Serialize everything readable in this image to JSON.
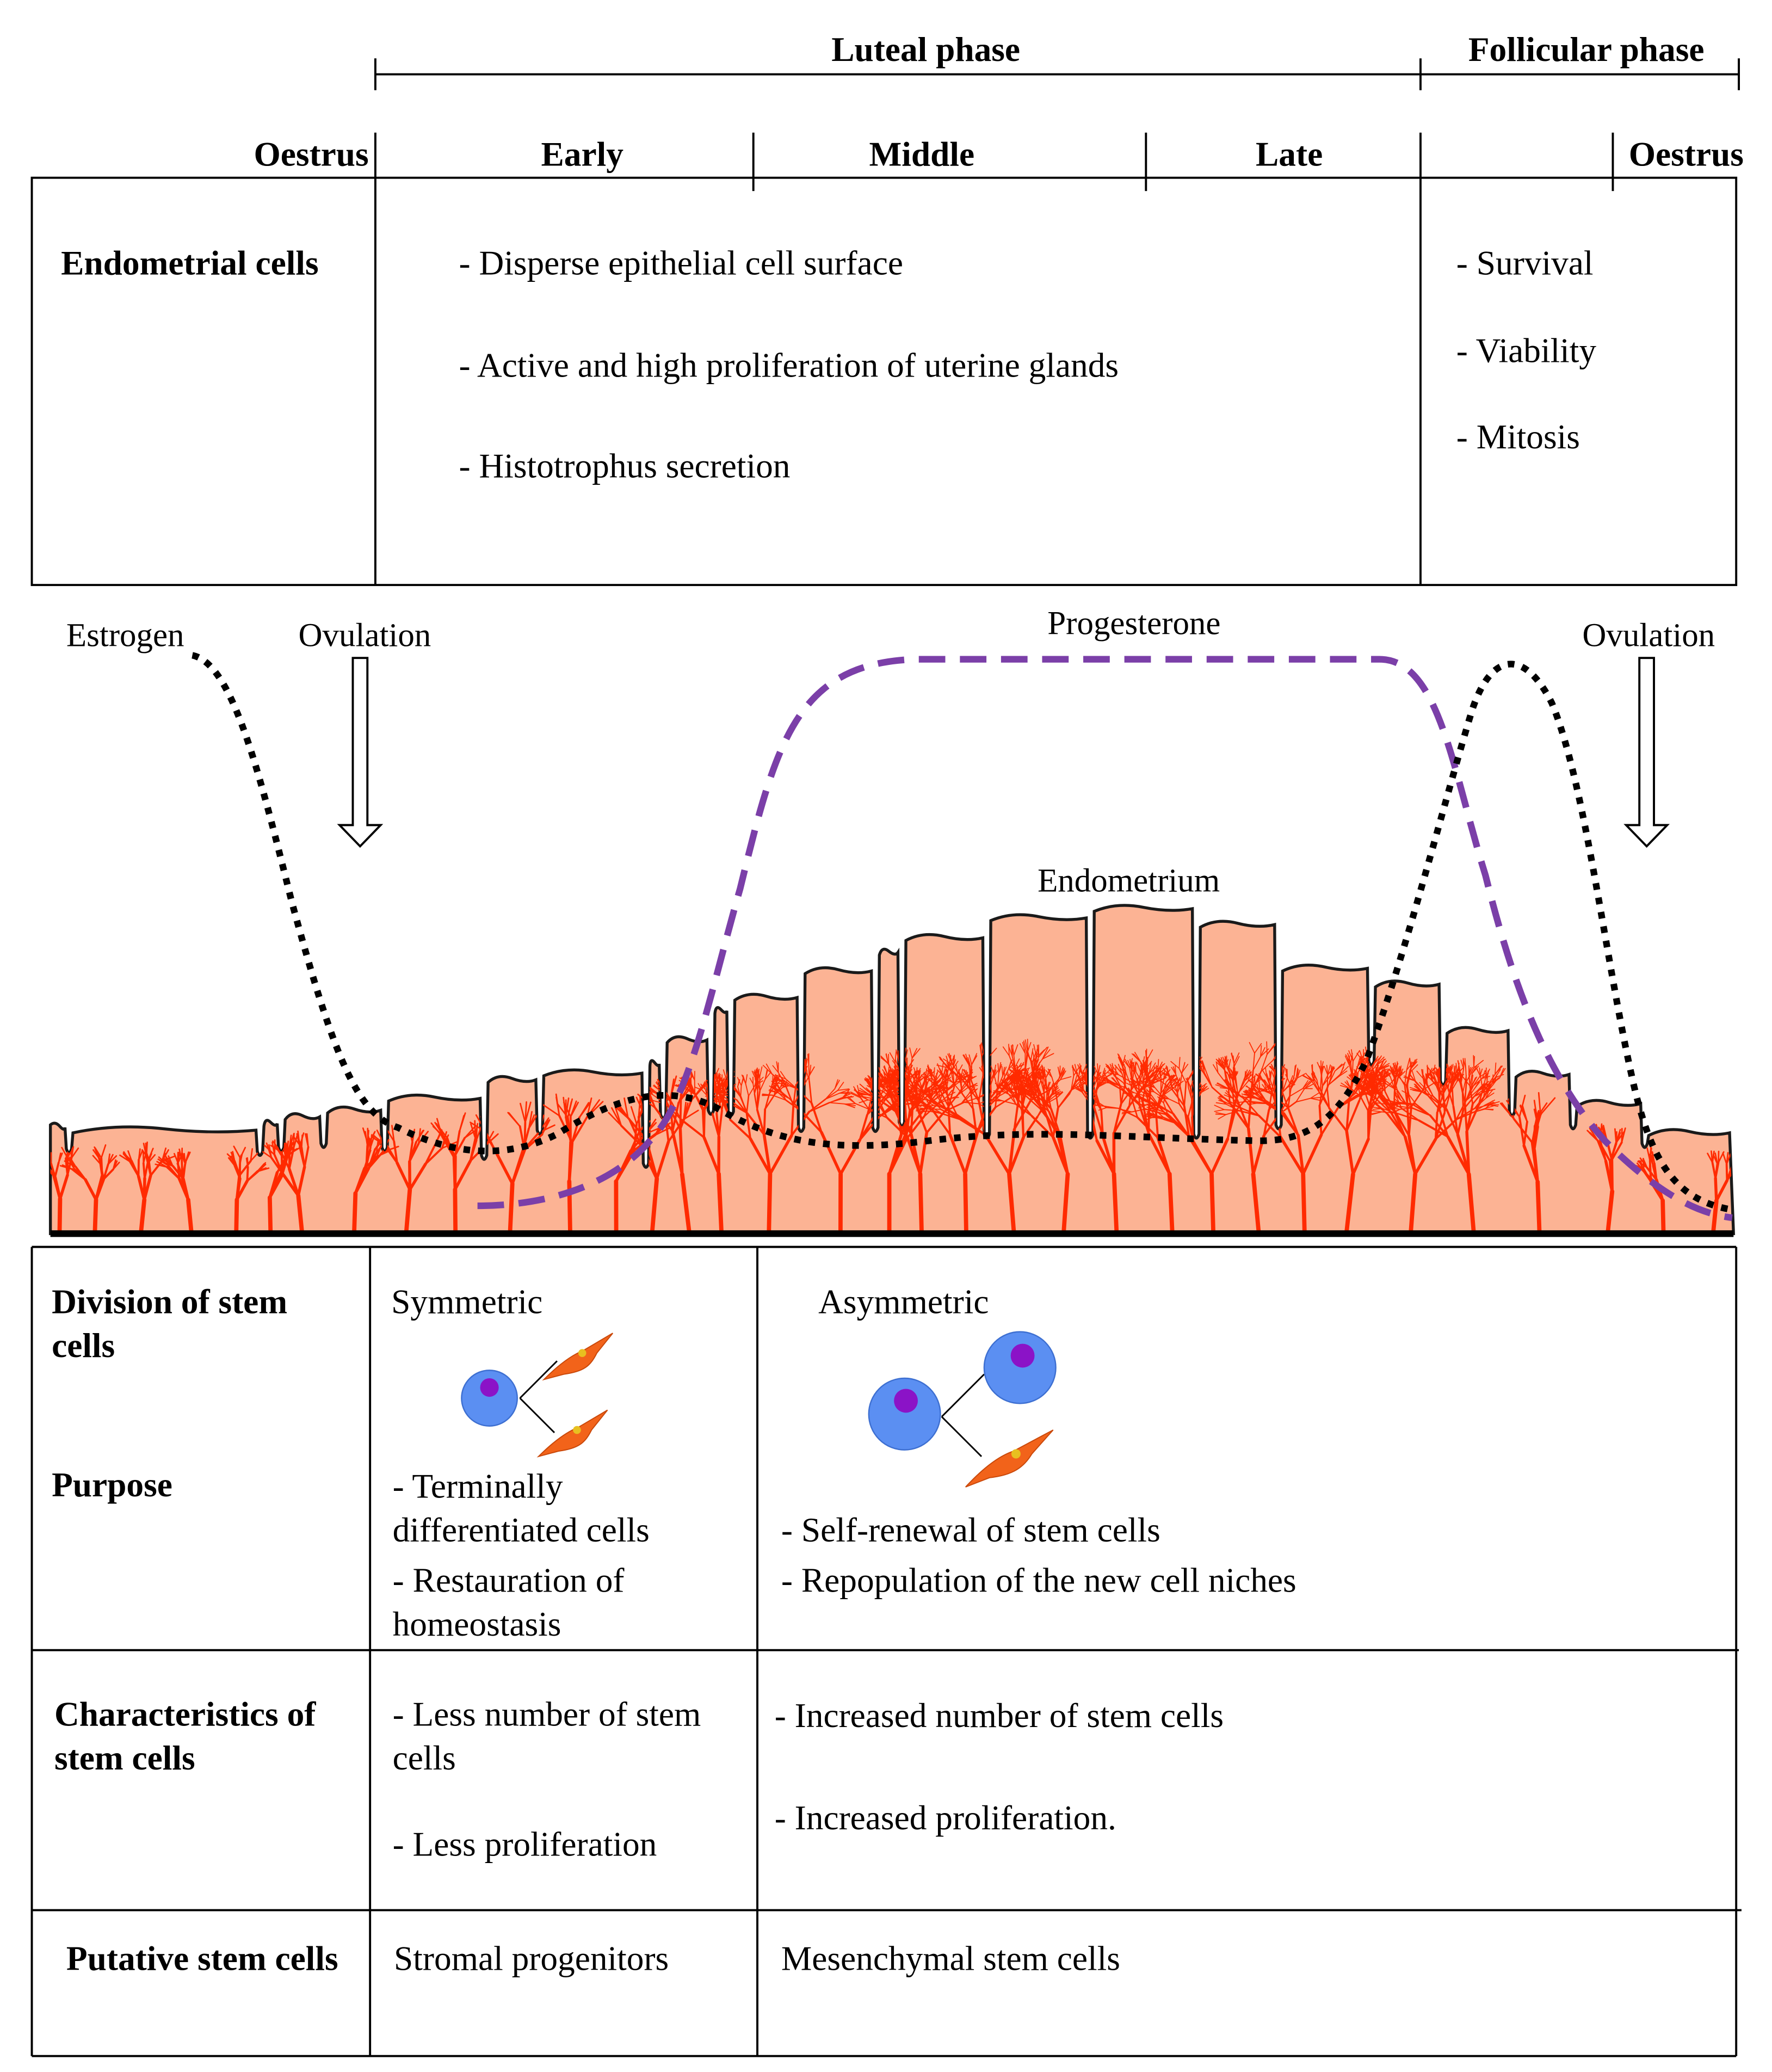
{
  "header": {
    "luteal_phase": "Luteal phase",
    "follicular_phase": "Follicular phase",
    "oestrus_left": "Oestrus",
    "early": "Early",
    "middle": "Middle",
    "late": "Late",
    "oestrus_right": "Oestrus"
  },
  "endometrial": {
    "label": "Endometrial cells",
    "luteal_items": [
      "- Disperse epithelial cell surface",
      "- Active and high proliferation of uterine glands",
      "- Histotrophus secretion"
    ],
    "follicular_items": [
      "- Survival",
      "- Viability",
      "- Mitosis"
    ]
  },
  "graph": {
    "estrogen": "Estrogen",
    "ovulation_left": "Ovulation",
    "progesterone": "Progesterone",
    "ovulation_right": "Ovulation",
    "endometrium": "Endometrium",
    "colors": {
      "tissue": "#fcb394",
      "vessel": "#ff2a00",
      "progesterone_line": "#7b3fa8",
      "estrogen_line": "#000000"
    }
  },
  "stem": {
    "division_label_1": "Division of stem",
    "division_label_2": "cells",
    "purpose_label": "Purpose",
    "symmetric": "Symmetric",
    "asymmetric": "Asymmetric",
    "sym_purpose": [
      "- Terminally",
      "differentiated cells",
      "- Restauration of",
      "homeostasis"
    ],
    "asym_purpose": [
      "- Self-renewal of stem cells",
      "- Repopulation of the new cell niches"
    ],
    "char_label_1": "Characteristics of",
    "char_label_2": "stem cells",
    "sym_char": [
      "- Less number of stem",
      "cells",
      "- Less proliferation"
    ],
    "asym_char": [
      "- Increased number of stem cells",
      "- Increased proliferation."
    ],
    "putative_label": "Putative stem cells",
    "sym_putative": "Stromal progenitors",
    "asym_putative": "Mesenchymal stem cells",
    "colors": {
      "stem_cell": "#5b8ff2",
      "nucleus": "#8b13c7",
      "diff_cell": "#f2631a"
    }
  }
}
